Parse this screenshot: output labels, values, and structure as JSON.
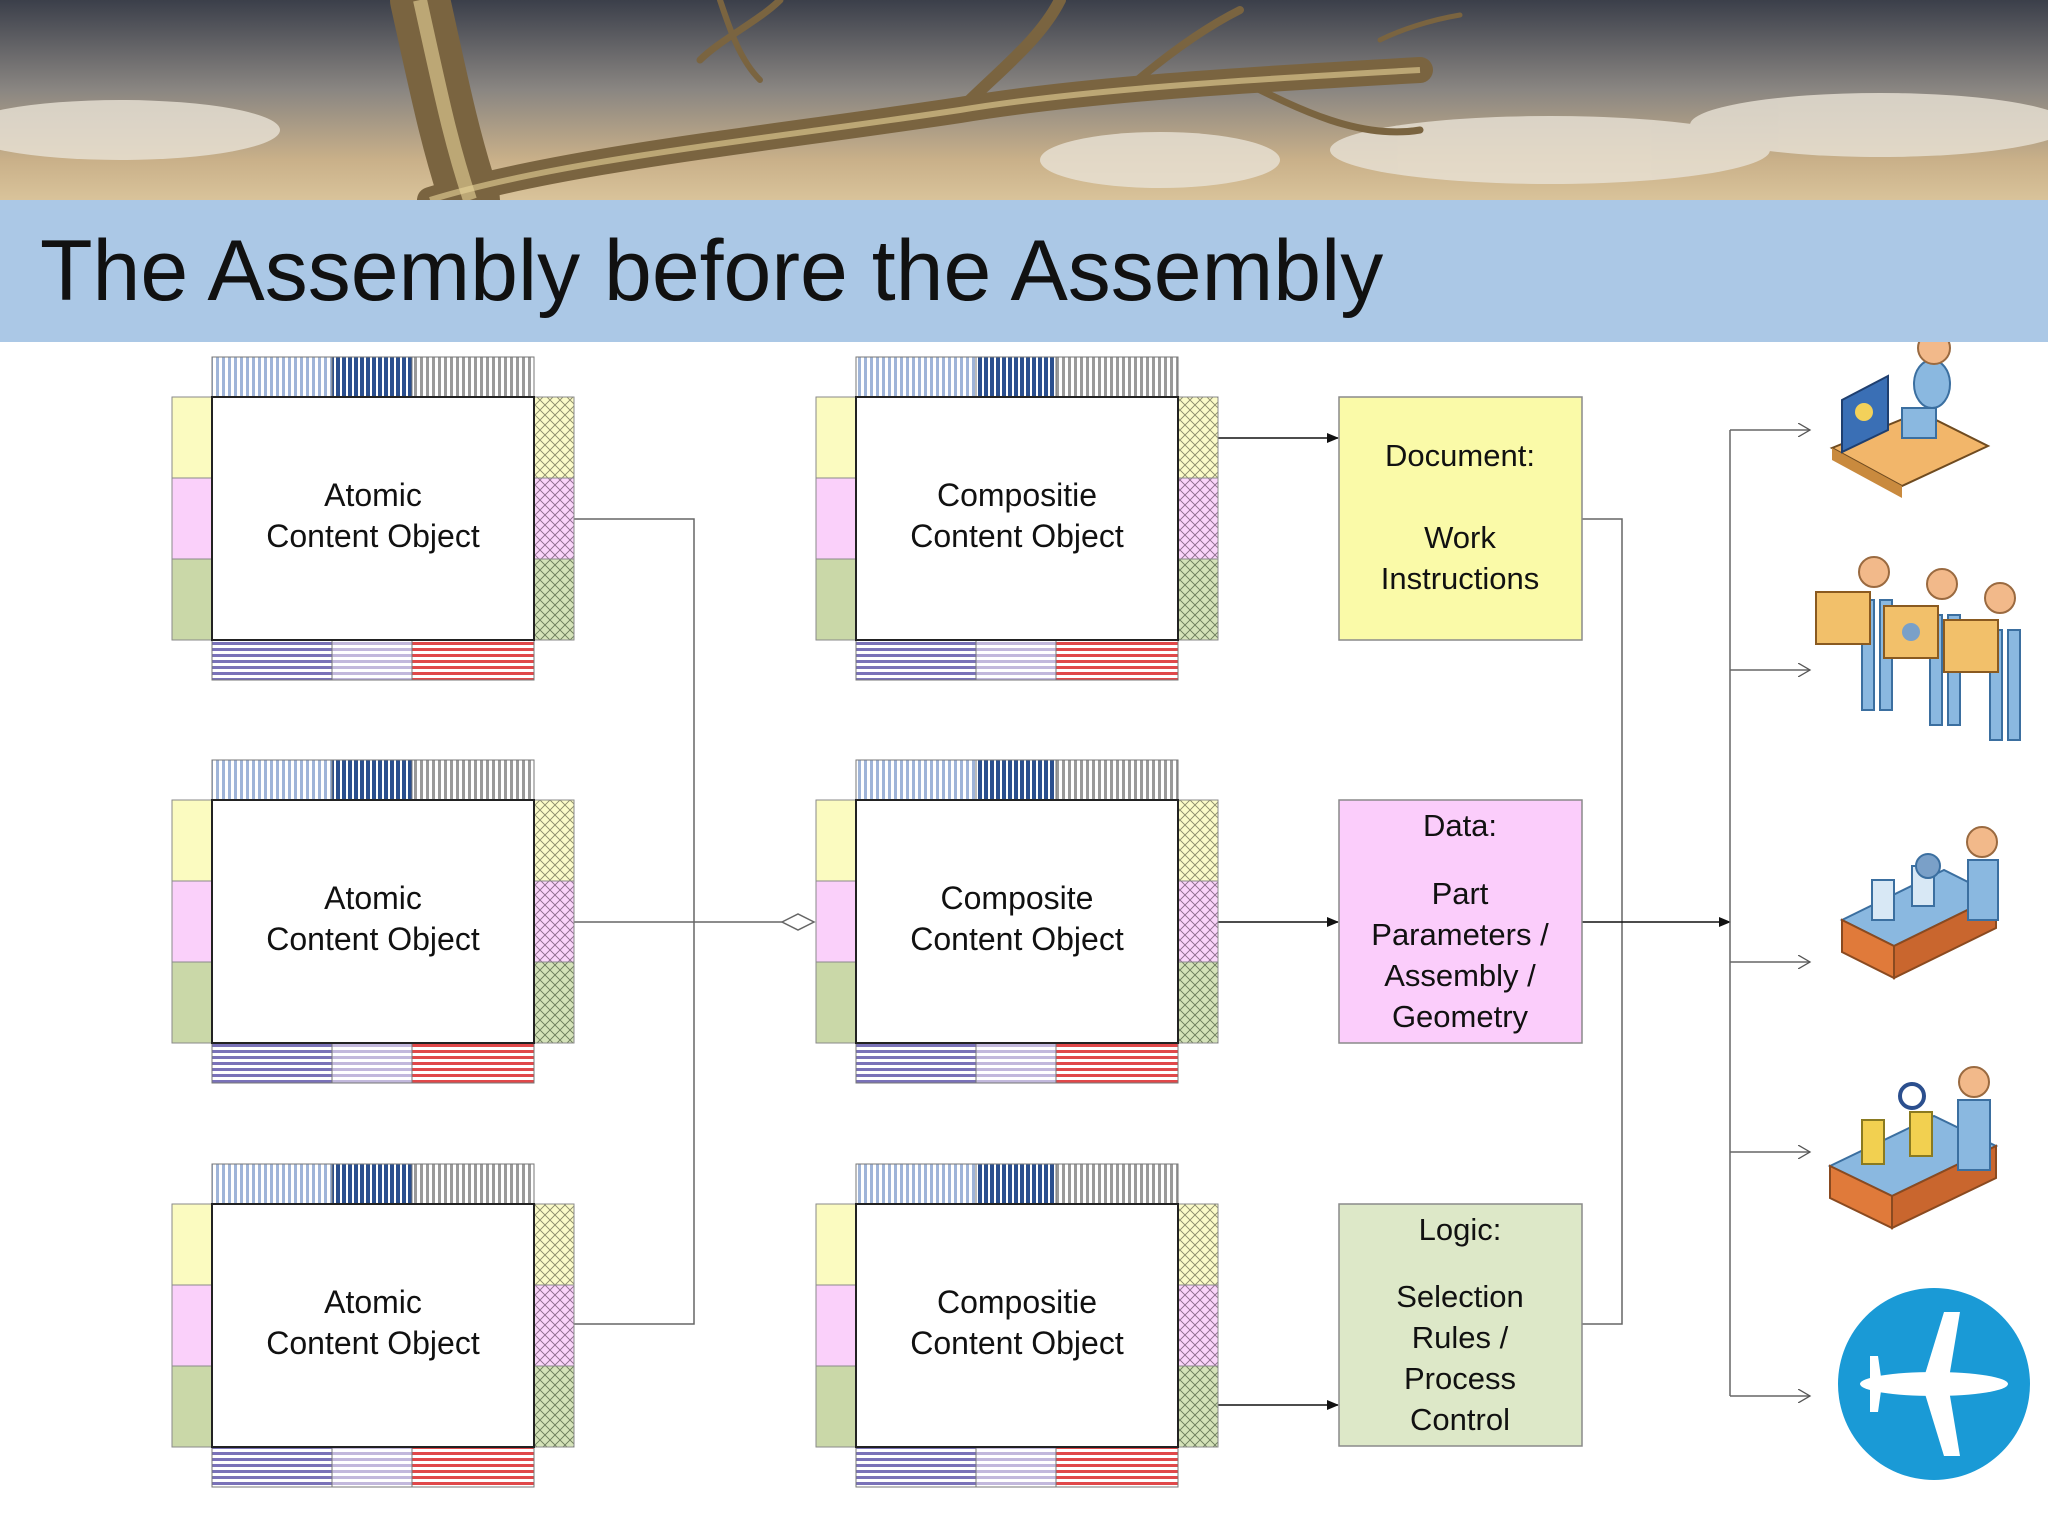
{
  "slide": {
    "title": "The Assembly before the Assembly"
  },
  "content_objects": [
    {
      "line1": "Atomic",
      "line2": "Content Object"
    },
    {
      "line1": "Atomic",
      "line2": "Content Object"
    },
    {
      "line1": "Atomic",
      "line2": "Content Object"
    },
    {
      "line1": "Compositie",
      "line2": "Content Object"
    },
    {
      "line1": "Composite",
      "line2": "Content Object"
    },
    {
      "line1": "Compositie",
      "line2": "Content Object"
    }
  ],
  "outputs": {
    "document": {
      "heading": "Document:",
      "lines": [
        "Work",
        "Instructions"
      ]
    },
    "data": {
      "heading": "Data:",
      "lines": [
        "Part",
        "Parameters /",
        "Assembly /",
        "Geometry"
      ]
    },
    "logic": {
      "heading": "Logic:",
      "lines": [
        "Selection",
        "Rules /",
        "Process",
        "Control"
      ]
    }
  },
  "colors": {
    "title_bar": "#abc8e6",
    "document_fill": "#fafaa8",
    "data_fill": "#fbcdfb",
    "logic_fill": "#dde8c8",
    "side_yellow": "#fbfbc0",
    "side_pink": "#fad0fa",
    "side_green": "#cad8a8",
    "consumer_blue": "#1a9ad6"
  },
  "consumers": [
    {
      "icon": "designer-workstation-icon"
    },
    {
      "icon": "workers-carrying-boxes-icon"
    },
    {
      "icon": "assembly-line-worker-icon"
    },
    {
      "icon": "quality-inspector-icon"
    },
    {
      "icon": "airplane-icon"
    }
  ]
}
